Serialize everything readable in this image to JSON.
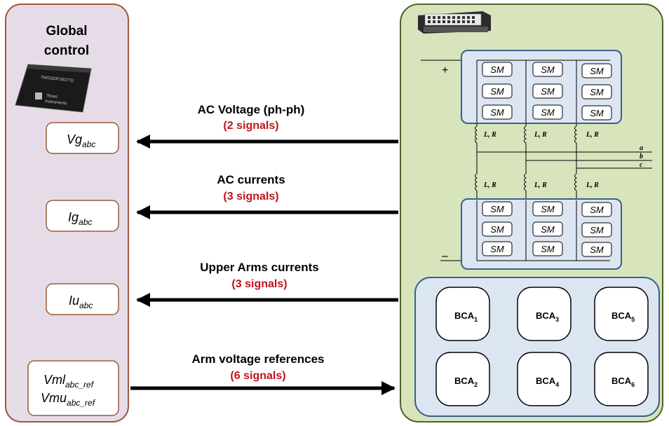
{
  "global_control": {
    "title_line1": "Global",
    "title_line2": "control",
    "chip_part": "TMS320F28377D",
    "chip_brand_line1": "Texas",
    "chip_brand_line2": "Instruments"
  },
  "signals": [
    {
      "base": "Vg",
      "sub": "abc"
    },
    {
      "base": "Ig",
      "sub": "abc"
    },
    {
      "base": "Iu",
      "sub": "abc"
    },
    {
      "base": "Vml",
      "sub": "abc_ref",
      "base2": "Vmu",
      "sub2": "abc_ref"
    }
  ],
  "arrows": [
    {
      "title": "AC Voltage (ph-ph)",
      "count": "(2 signals)",
      "direction": "left"
    },
    {
      "title": "AC currents",
      "count": "(3 signals)",
      "direction": "left"
    },
    {
      "title": "Upper Arms currents",
      "count": "(3 signals)",
      "direction": "left"
    },
    {
      "title": "Arm voltage references",
      "count": "(6 signals)",
      "direction": "right"
    }
  ],
  "converter": {
    "submodule_label": "SM",
    "inductance_label": "L, R",
    "phases": [
      "a",
      "b",
      "c"
    ],
    "plus_label": "+",
    "minus_label": "–"
  },
  "bca_blocks": [
    {
      "base": "BCA",
      "sub": "1"
    },
    {
      "base": "BCA",
      "sub": "3"
    },
    {
      "base": "BCA",
      "sub": "5"
    },
    {
      "base": "BCA",
      "sub": "2"
    },
    {
      "base": "BCA",
      "sub": "4"
    },
    {
      "base": "BCA",
      "sub": "6"
    }
  ],
  "colors": {
    "left_panel_bg": "#e6dce8",
    "left_panel_border": "#9c5a3c",
    "right_panel_bg": "#d8e4bc",
    "right_panel_border": "#4f6228",
    "block_bg": "#dce6f2",
    "block_border": "#3a5f8a",
    "signal_count": "#c0141c"
  }
}
